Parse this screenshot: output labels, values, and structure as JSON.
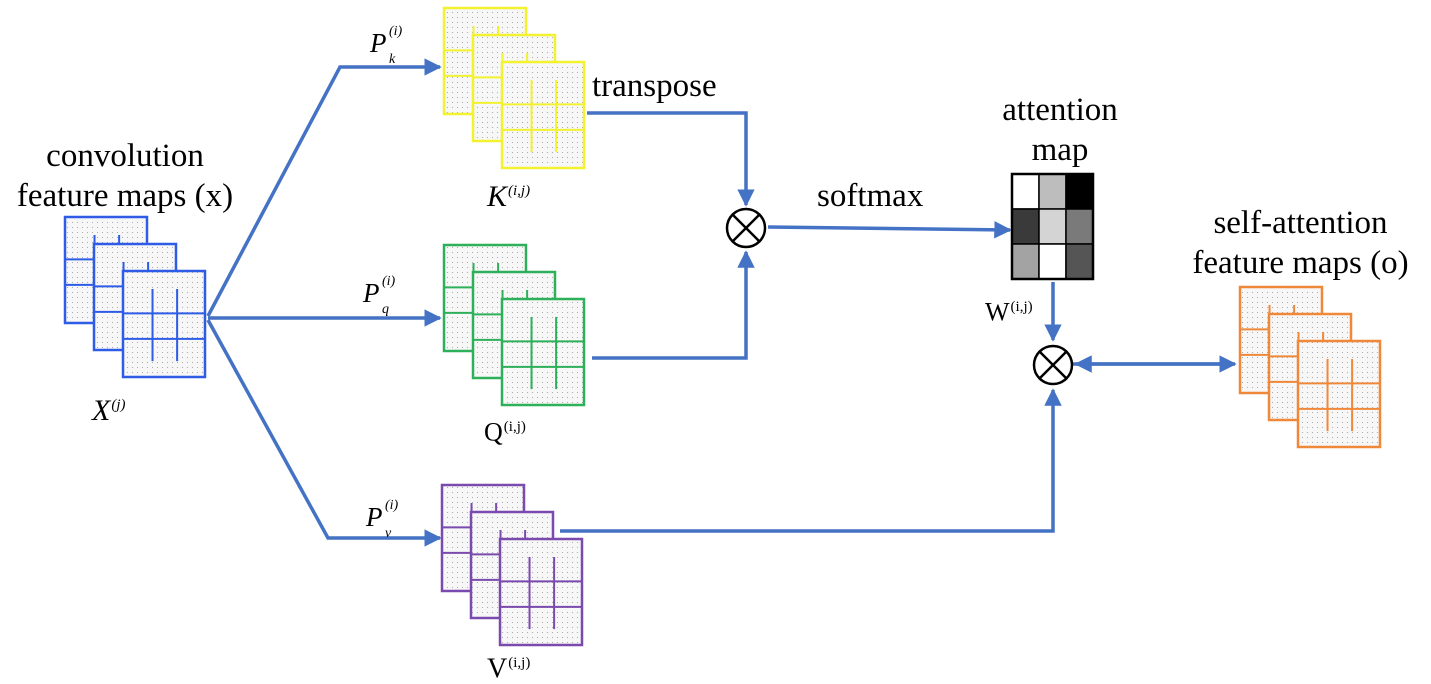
{
  "labels": {
    "input_title_line1": "convolution",
    "input_title_line2": "feature maps (x)",
    "input_symbol": "X",
    "input_symbol_sup": "(j)",
    "pk": {
      "base": "P",
      "sub": "k",
      "sup": "(i)"
    },
    "pq": {
      "base": "P",
      "sub": "q",
      "sup": "(i)"
    },
    "pv": {
      "base": "P",
      "sub": "v",
      "sup": "(i)"
    },
    "key_symbol": "K",
    "key_symbol_sup": "(i,j)",
    "query_symbol": "Q",
    "query_symbol_sup": "(i,j)",
    "value_symbol": "V",
    "value_symbol_sup": "(i,j)",
    "transpose": "transpose",
    "softmax": "softmax",
    "attention_line1": "attention",
    "attention_line2": "map",
    "weight_symbol": "W",
    "weight_symbol_sup": "(i,j)",
    "output_title_line1": "self-attention",
    "output_title_line2": "feature maps (o)",
    "multiply_symbol": "⊗"
  },
  "colors": {
    "arrow": "#4472C4",
    "input_maps": "#2E5CE6",
    "key_maps": "#F2F230",
    "query_maps": "#2EB05A",
    "value_maps": "#7A4AAE",
    "output_maps": "#F0883A"
  },
  "attention_map_grid": [
    [
      "#ffffff",
      "#bdbdbd",
      "#000000"
    ],
    [
      "#3a3a3a",
      "#d4d4d4",
      "#7a7a7a"
    ],
    [
      "#a3a3a3",
      "#ffffff",
      "#555555"
    ]
  ]
}
